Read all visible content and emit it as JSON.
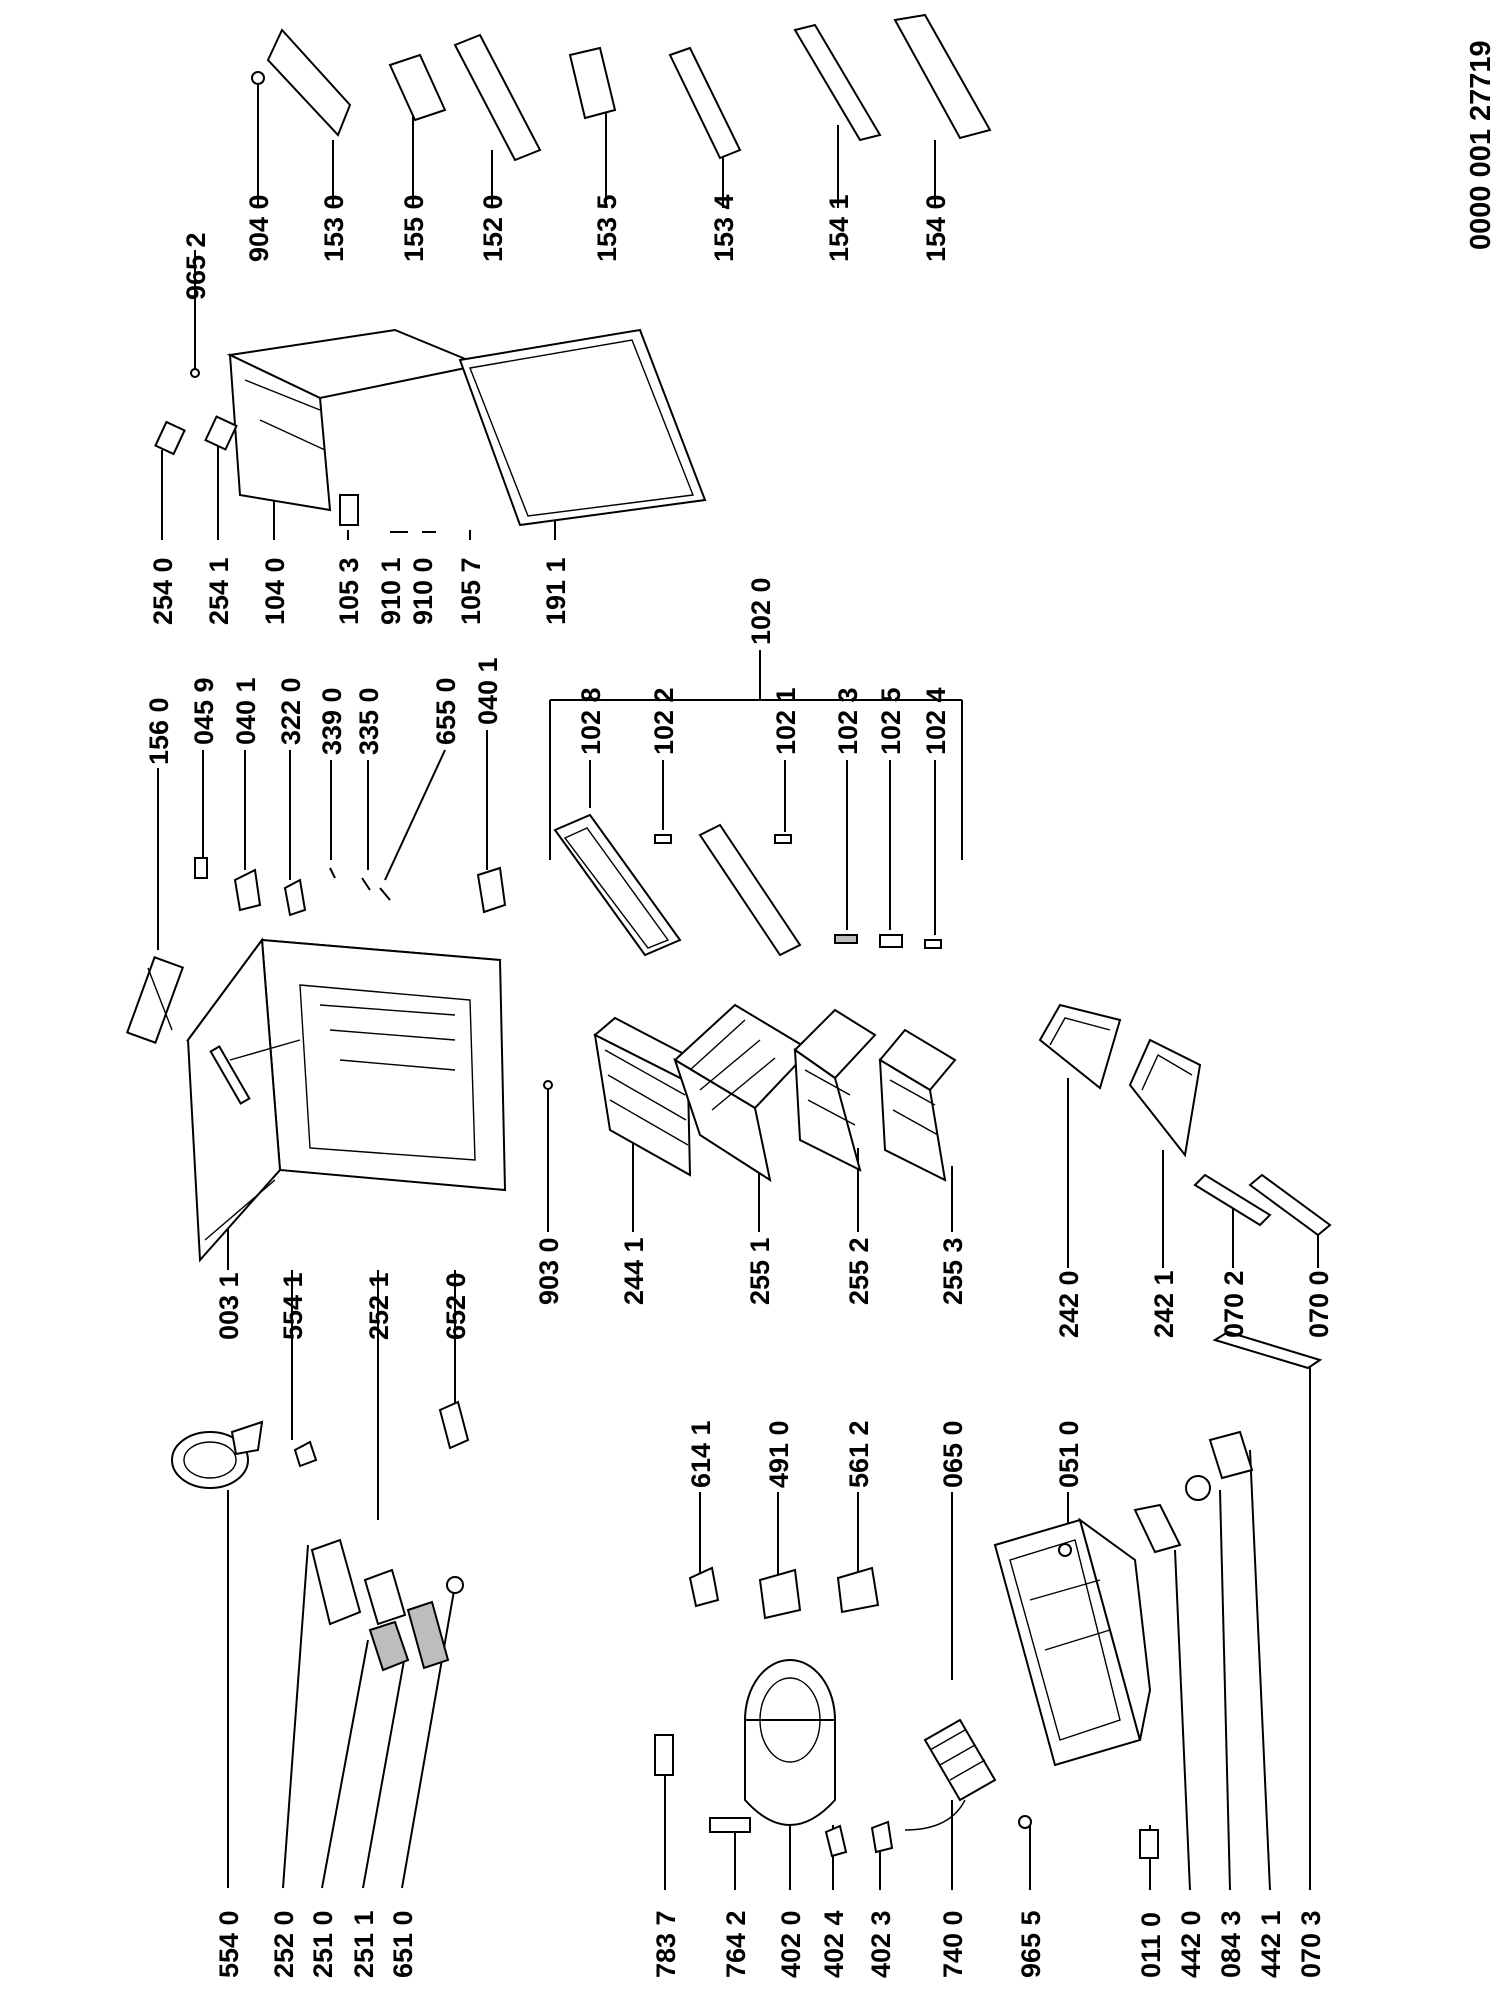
{
  "document_number": "0000 001 27719",
  "part_labels": [
    "554 0",
    "252 0",
    "251 0",
    "251 1",
    "651 0",
    "554 1",
    "252 1",
    "652 0",
    "003 1",
    "156 0",
    "045 9",
    "040 1",
    "322 0",
    "339 0",
    "335 0",
    "655 0",
    "040 1",
    "903 0",
    "244 1",
    "255 1",
    "255 2",
    "255 3",
    "102 8",
    "102 2",
    "102 1",
    "102 3",
    "102 5",
    "102 4",
    "102 0",
    "254 0",
    "254 1",
    "104 0",
    "105 3",
    "910 1",
    "910 0",
    "105 7",
    "191 1",
    "965 2",
    "904 0",
    "153 0",
    "155 0",
    "152 0",
    "153 5",
    "153 4",
    "154 1",
    "154 0",
    "783 7",
    "764 2",
    "402 0",
    "402 4",
    "402 3",
    "740 0",
    "965 5",
    "011 0",
    "442 0",
    "084 3",
    "442 1",
    "070 3",
    "614 1",
    "491 0",
    "561 2",
    "065 0",
    "051 0",
    "242 0",
    "242 1",
    "070 2",
    "070 0"
  ],
  "icons": [
    "fan-shroud-icon",
    "refrigerator-cabinet-icon",
    "compressor-icon",
    "condenser-coil-icon",
    "base-tray-icon",
    "door-icon",
    "shelf-icon",
    "door-bin-icon",
    "crisper-drawer-icon",
    "freezer-door-icon"
  ]
}
